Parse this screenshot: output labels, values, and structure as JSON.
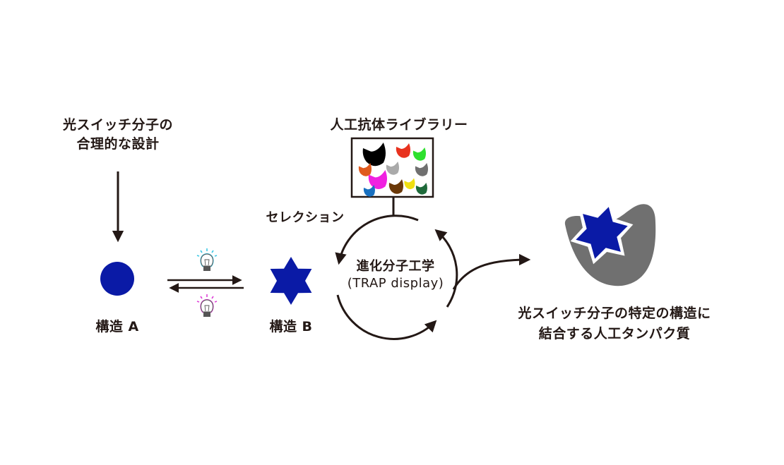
{
  "labels": {
    "rational_design": [
      "光スイッチ分子の",
      "合理的な設計"
    ],
    "library_title": "人工抗体ライブラリー",
    "selection": "セレクション",
    "cycle_title": "進化分子工学",
    "cycle_subtitle": "(TRAP display)",
    "structure_a": "構造 A",
    "structure_b": "構造 B",
    "result": [
      "光スイッチ分子の特定の構造に",
      "結合する人工タンパク質"
    ]
  },
  "colors": {
    "ink": "#231815",
    "molecule_blue": "#0a1aa6",
    "protein_gray": "#707070",
    "light_cyan": "#3cc8e6",
    "light_magenta": "#e040d8"
  },
  "library_colors": [
    "#000000",
    "#e8321e",
    "#2ee02e",
    "#e05a1e",
    "#aaaaaa",
    "#707070",
    "#f020e0",
    "#f0e010",
    "#1870c0",
    "#6a3808",
    "#1e6a3a"
  ],
  "icons": {
    "light_forward": "lightbulb-cyan-icon",
    "light_reverse": "lightbulb-magenta-icon"
  }
}
